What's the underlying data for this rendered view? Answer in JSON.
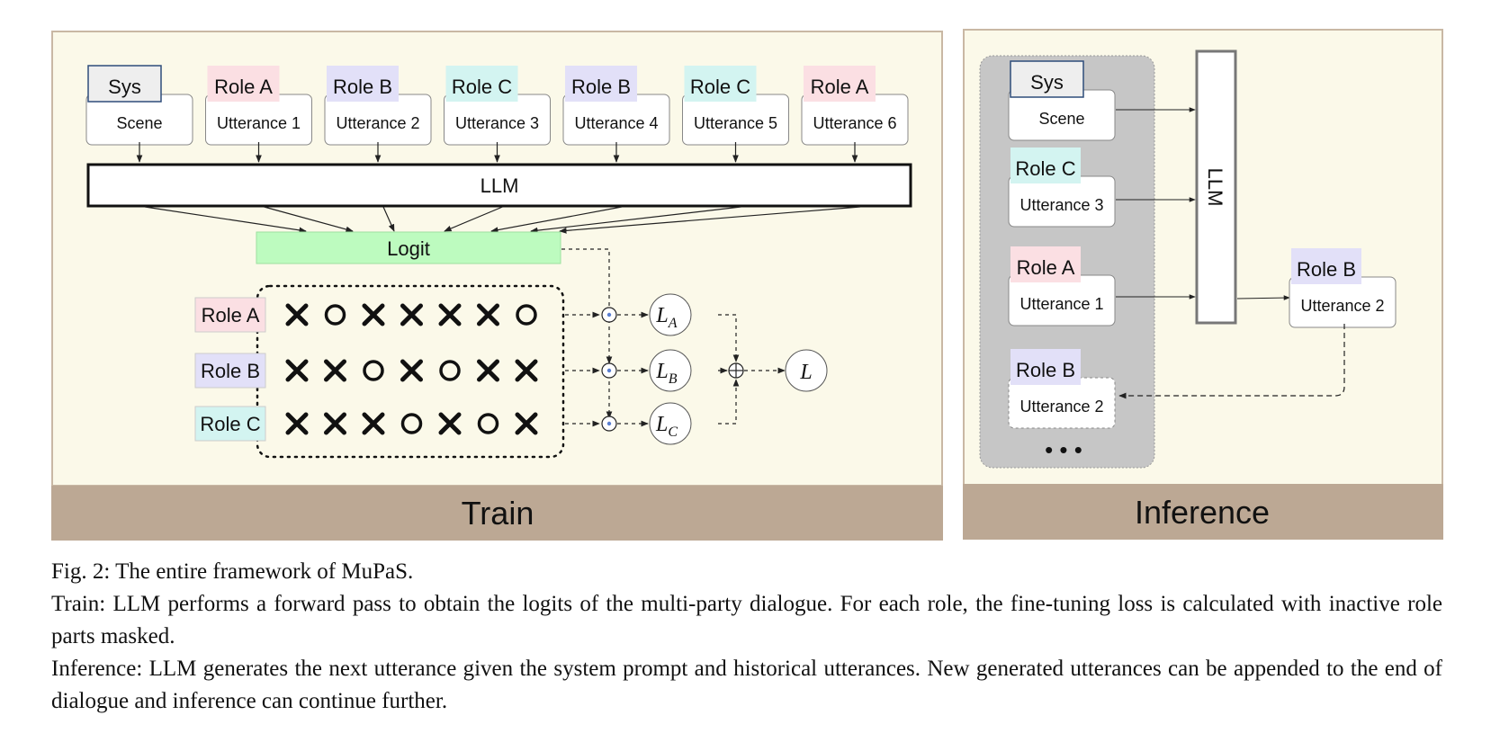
{
  "colors": {
    "panel_bg": "#fbf9e9",
    "panel_border": "#c9b8a4",
    "band": "#bca894",
    "sys_tag": "#eeeeee",
    "role_a": "#fbdfe3",
    "role_b": "#e2e0f8",
    "role_c": "#d3f4f1",
    "logit": "#bdfbbf",
    "inference_group": "#c6c6c6"
  },
  "train": {
    "band_label": "Train",
    "llm_label": "LLM",
    "logit_label": "Logit",
    "inputs": [
      {
        "tag": "Sys",
        "text": "Scene",
        "role": "sys"
      },
      {
        "tag": "Role A",
        "text": "Utterance 1",
        "role": "a"
      },
      {
        "tag": "Role B",
        "text": "Utterance 2",
        "role": "b"
      },
      {
        "tag": "Role C",
        "text": "Utterance 3",
        "role": "c"
      },
      {
        "tag": "Role B",
        "text": "Utterance 4",
        "role": "b"
      },
      {
        "tag": "Role C",
        "text": "Utterance 5",
        "role": "c"
      },
      {
        "tag": "Role A",
        "text": "Utterance 6",
        "role": "a"
      }
    ],
    "mask_rows": [
      {
        "label": "Role A",
        "role": "a",
        "marks": [
          "x",
          "o",
          "x",
          "x",
          "x",
          "x",
          "o"
        ],
        "loss_label": "L",
        "loss_sub": "A"
      },
      {
        "label": "Role B",
        "role": "b",
        "marks": [
          "x",
          "x",
          "o",
          "x",
          "o",
          "x",
          "x"
        ],
        "loss_label": "L",
        "loss_sub": "B"
      },
      {
        "label": "Role C",
        "role": "c",
        "marks": [
          "x",
          "x",
          "x",
          "o",
          "x",
          "o",
          "x"
        ],
        "loss_label": "L",
        "loss_sub": "C"
      }
    ],
    "total_loss_label": "L"
  },
  "inference": {
    "band_label": "Inference",
    "llm_label": "LLM",
    "inputs": [
      {
        "tag": "Sys",
        "text": "Scene",
        "role": "sys"
      },
      {
        "tag": "Role C",
        "text": "Utterance 3",
        "role": "c"
      },
      {
        "tag": "Role A",
        "text": "Utterance 1",
        "role": "a"
      }
    ],
    "generated": {
      "tag": "Role B",
      "text": "Utterance 2",
      "role": "b"
    },
    "appended": {
      "tag": "Role B",
      "text": "Utterance 2",
      "role": "b"
    },
    "ellipsis": "• • •"
  },
  "caption": {
    "line1": "Fig. 2: The entire framework of MuPaS.",
    "line2": "Train: LLM performs a forward pass to obtain the logits of the multi-party dialogue. For each role, the fine-tuning loss is calculated with inactive role parts masked.",
    "line3": "Inference: LLM generates the next utterance given the system prompt and historical utterances. New generated utterances can be appended to the end of dialogue and inference can continue further."
  }
}
